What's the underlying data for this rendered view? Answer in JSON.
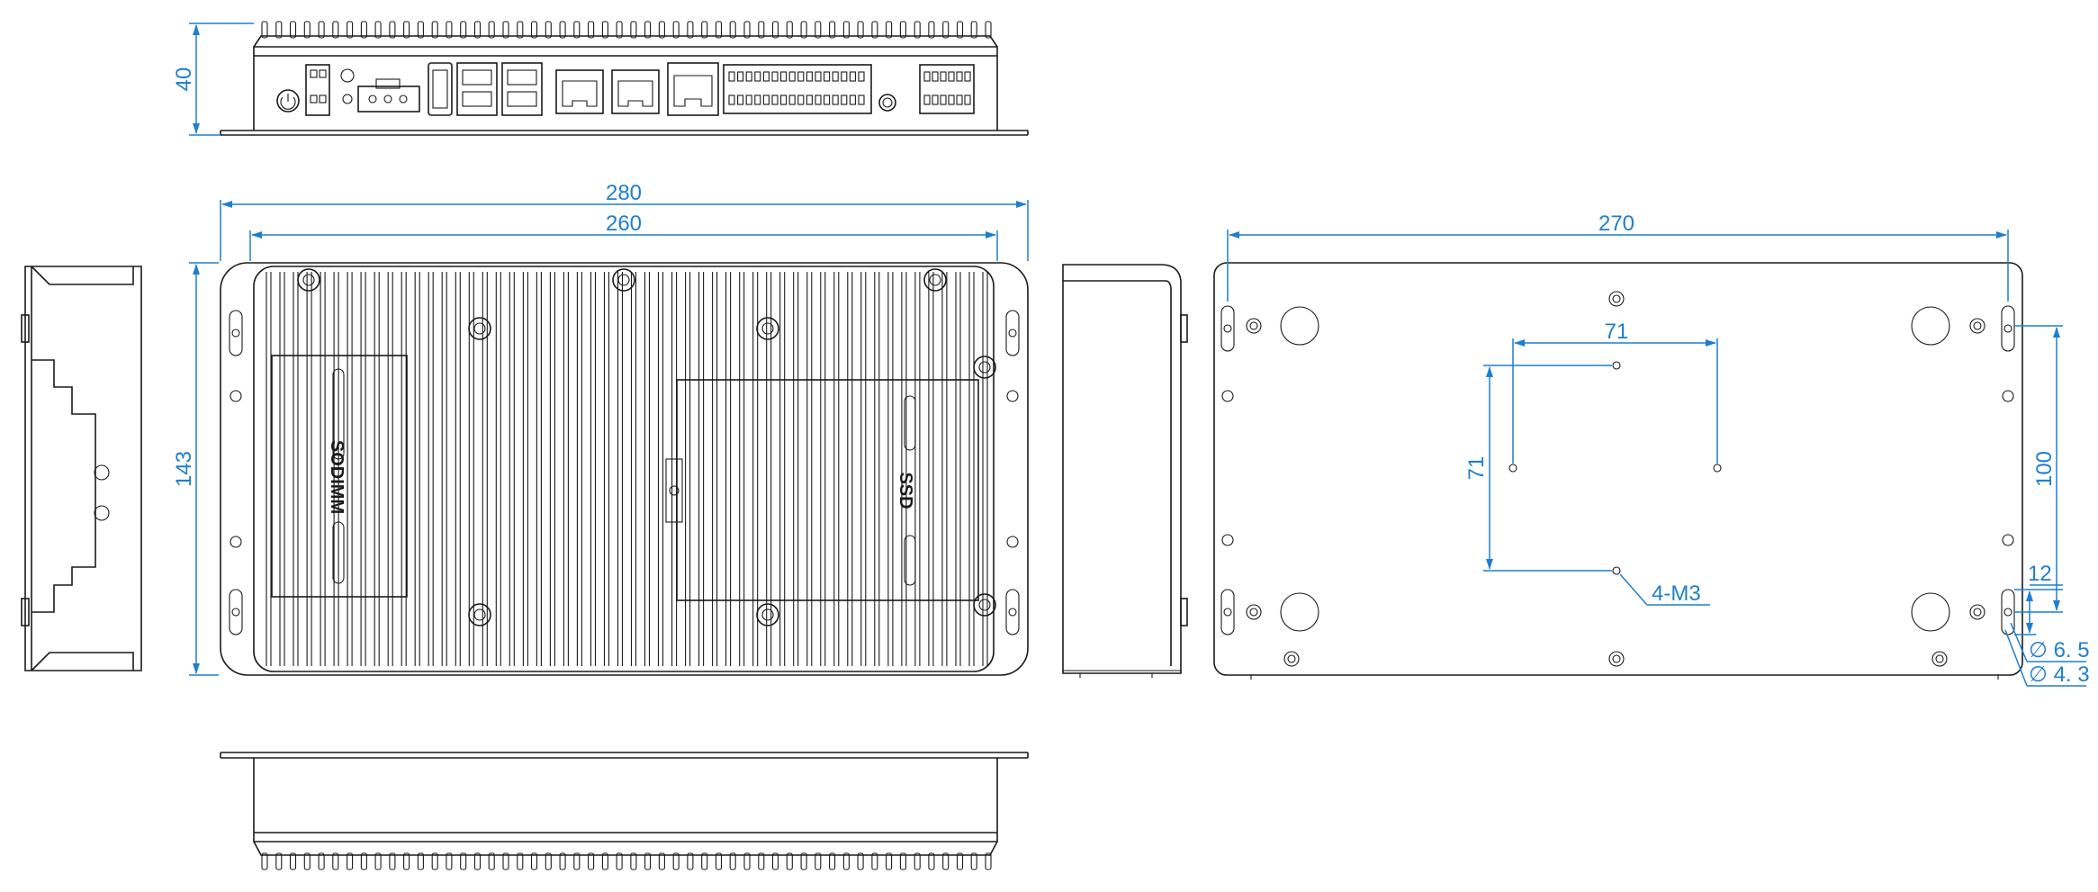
{
  "dimensions": {
    "height_front": "40",
    "length_outer": "280",
    "length_inner": "260",
    "height_side": "143",
    "bottom_length": "270",
    "vesa_h": "71",
    "vesa_v": "71",
    "mount_spacing": "100",
    "slot_offset": "12",
    "screw_note": "4-M3",
    "slot_dia_large": "∅ 6. 5",
    "slot_dia_small": "∅ 4. 3"
  },
  "labels": {
    "sodimm": "SODIMM",
    "ssd": "SSD"
  },
  "colors": {
    "dimension": "#1f7fcf",
    "outline": "#1a1a1a"
  }
}
